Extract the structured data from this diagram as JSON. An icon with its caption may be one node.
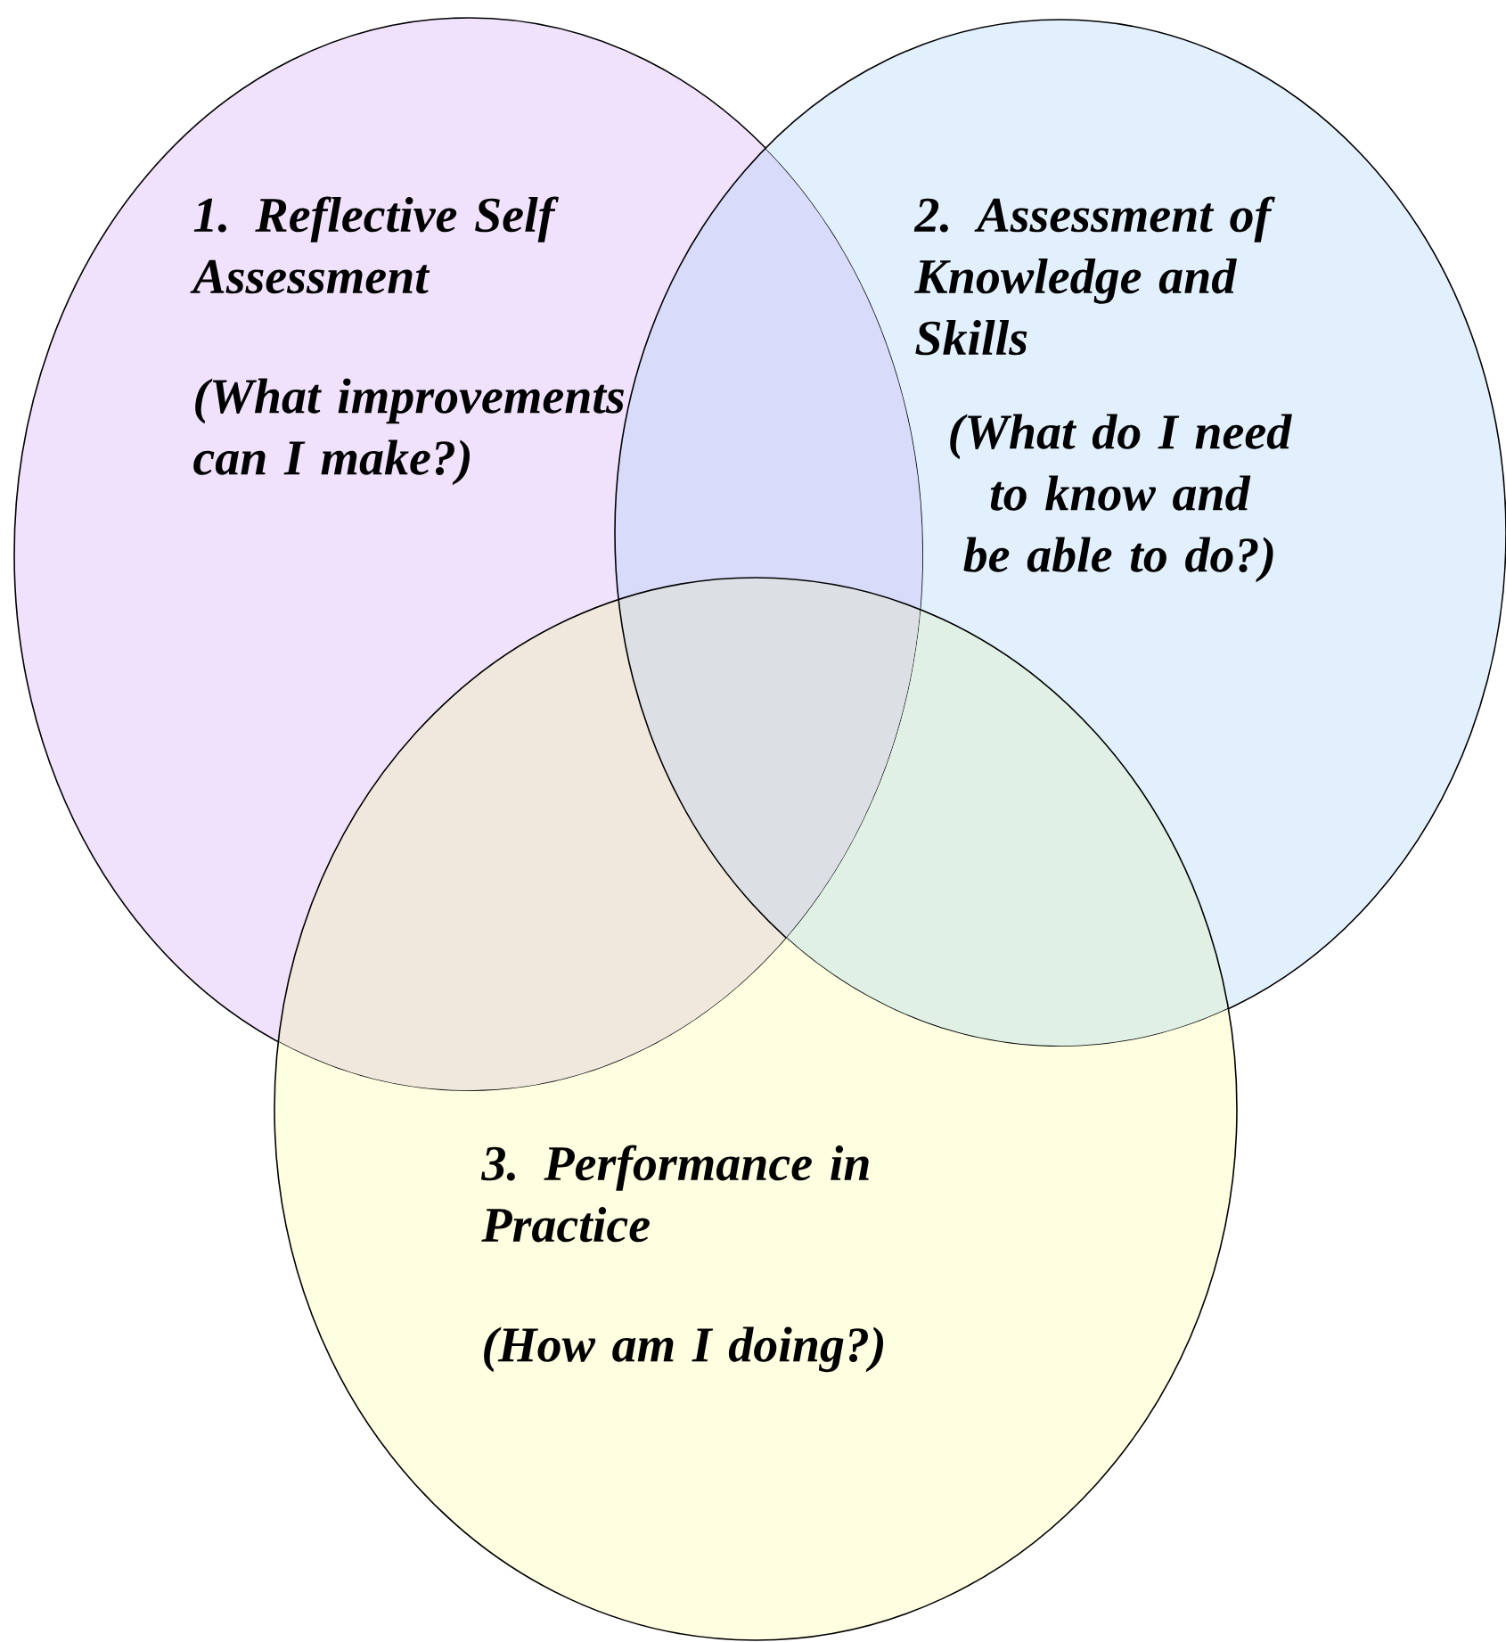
{
  "diagram": {
    "nodes": [
      {
        "text": [
          "1.  Reflective Self Assessment",
          "(What improvements can I make?)"
        ]
      },
      {
        "text": [
          "2.  Assessment of Knowledge and Skills",
          "(What do I need to know and be able to do?)"
        ]
      },
      {
        "text": [
          "3.  Performance in Practice",
          "(How am I doing?)"
        ]
      }
    ]
  }
}
